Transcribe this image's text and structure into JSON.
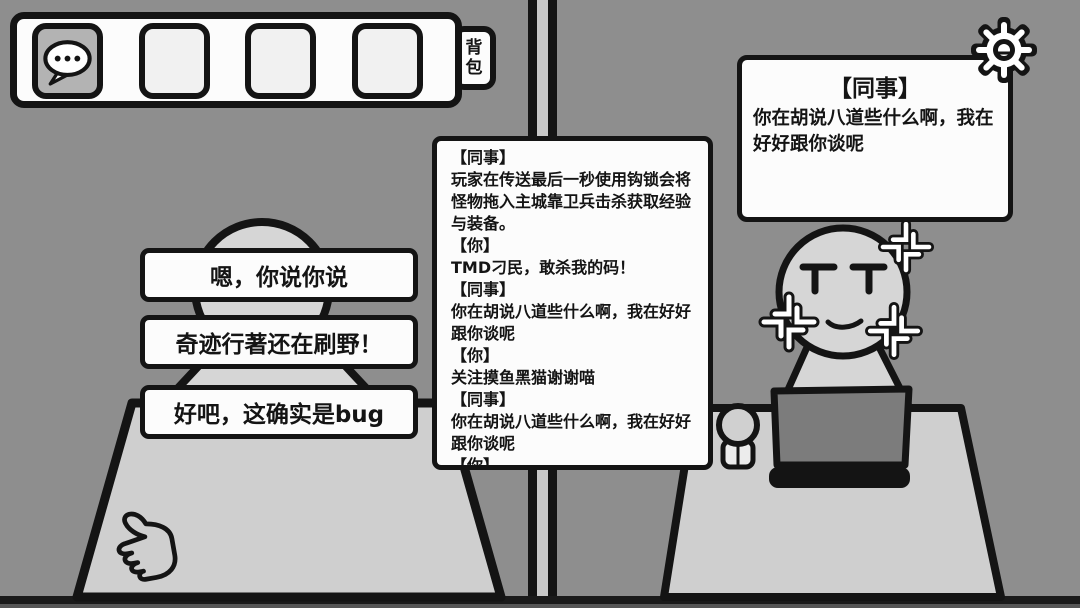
{
  "hotbar": {
    "bag_label": "背包",
    "slots": [
      {
        "icon": "chat-bubble-icon",
        "selected": true
      },
      {
        "icon": "",
        "selected": false
      },
      {
        "icon": "",
        "selected": false
      },
      {
        "icon": "",
        "selected": false
      }
    ]
  },
  "settings": {
    "icon": "gear-icon"
  },
  "speech_bubble": {
    "title": "【同事】",
    "text": "你在胡说八道些什么啊，我在好好跟你谈呢"
  },
  "dialog_log": {
    "entries": [
      {
        "speaker": "【同事】",
        "text": "玩家在传送最后一秒使用钩锁会将怪物拖入主城靠卫兵击杀获取经验与装备。"
      },
      {
        "speaker": "【你】",
        "text": "TMD刁民，敢杀我的码！"
      },
      {
        "speaker": "【同事】",
        "text": "你在胡说八道些什么啊，我在好好跟你谈呢"
      },
      {
        "speaker": "【你】",
        "text": "关注摸鱼黑猫谢谢喵"
      },
      {
        "speaker": "【同事】",
        "text": "你在胡说八道些什么啊，我在好好跟你谈呢"
      },
      {
        "speaker": "【你】",
        "text": ""
      }
    ]
  },
  "choices": {
    "options": [
      "嗯，你说你说",
      "奇迹行著还在刷野！",
      "好吧，这确实是bug"
    ]
  },
  "scene_icons": {
    "left_desk": "thumbs-up-doodle",
    "right_desk": [
      "laptop",
      "mug"
    ],
    "right_character_marks": "anger-mark"
  },
  "colors": {
    "background": "#8e8e8e",
    "panel": "#fcfcfc",
    "ink": "#141414",
    "desk": "#cfcfcf",
    "character": "#d6d6d6",
    "slot_selected": "#b3b3b3",
    "laptop_screen": "#7c7c7c"
  }
}
